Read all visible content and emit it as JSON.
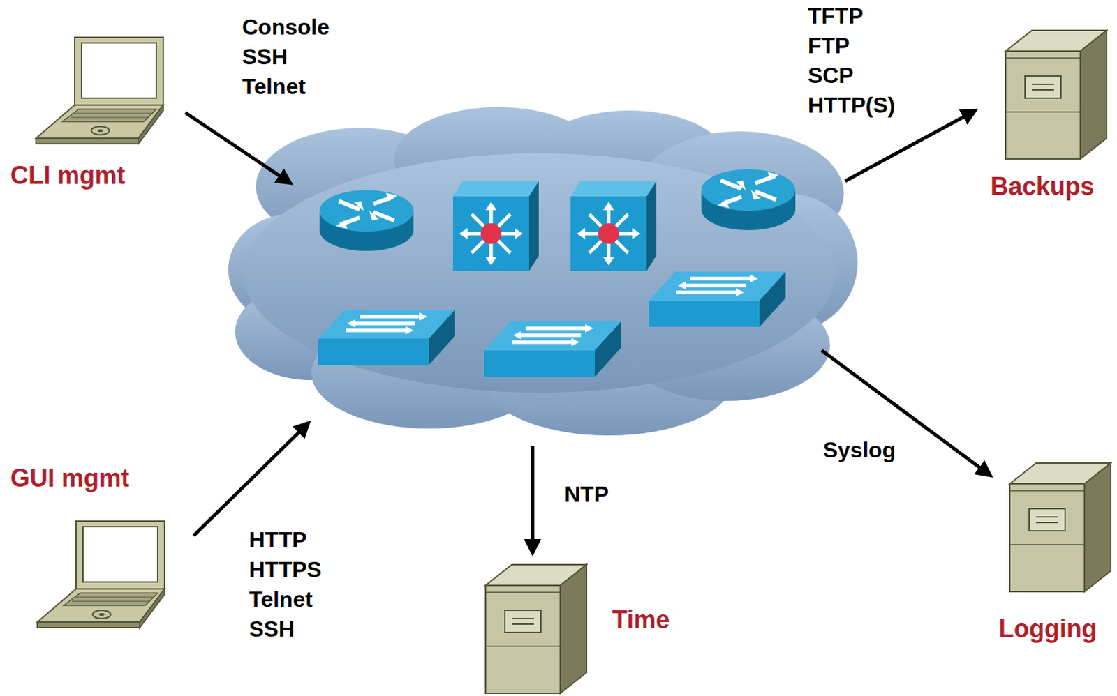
{
  "diagram": {
    "nodes": [
      {
        "text": [
          "CLI mgmt"
        ]
      },
      {
        "text": [
          "GUI mgmt"
        ]
      },
      {
        "text": [
          "Backups"
        ]
      },
      {
        "text": [
          "Time"
        ]
      },
      {
        "text": [
          "Logging"
        ]
      }
    ],
    "labels": [
      "Console SSH Telnet",
      "HTTP HTTPS Telnet SSH",
      "TFTP FTP SCP HTTP(S)",
      "NTP",
      "Syslog"
    ]
  }
}
